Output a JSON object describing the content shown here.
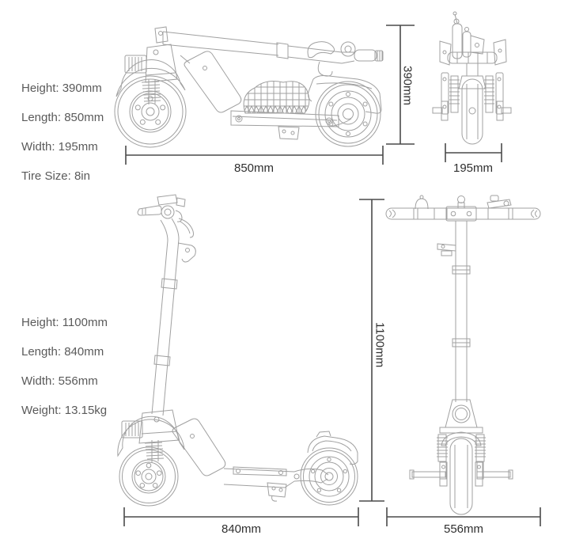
{
  "folded": {
    "specs": [
      "Height: 390mm",
      "Length: 850mm",
      "Width: 195mm",
      "Tire Size: 8in"
    ],
    "dims": {
      "length": "850mm",
      "height": "390mm",
      "width": "195mm"
    }
  },
  "unfolded": {
    "specs": [
      "Height: 1100mm",
      "Length: 840mm",
      "Width: 556mm",
      "Weight: 13.15kg"
    ],
    "dims": {
      "length": "840mm",
      "height": "1100mm",
      "width": "556mm"
    }
  },
  "colors": {
    "background": "#ffffff",
    "artwork_line": "#a0a0a0",
    "dimension_line": "#4a4a4a",
    "spec_text": "#5a5a5a",
    "dim_text": "#2f2f2f"
  }
}
